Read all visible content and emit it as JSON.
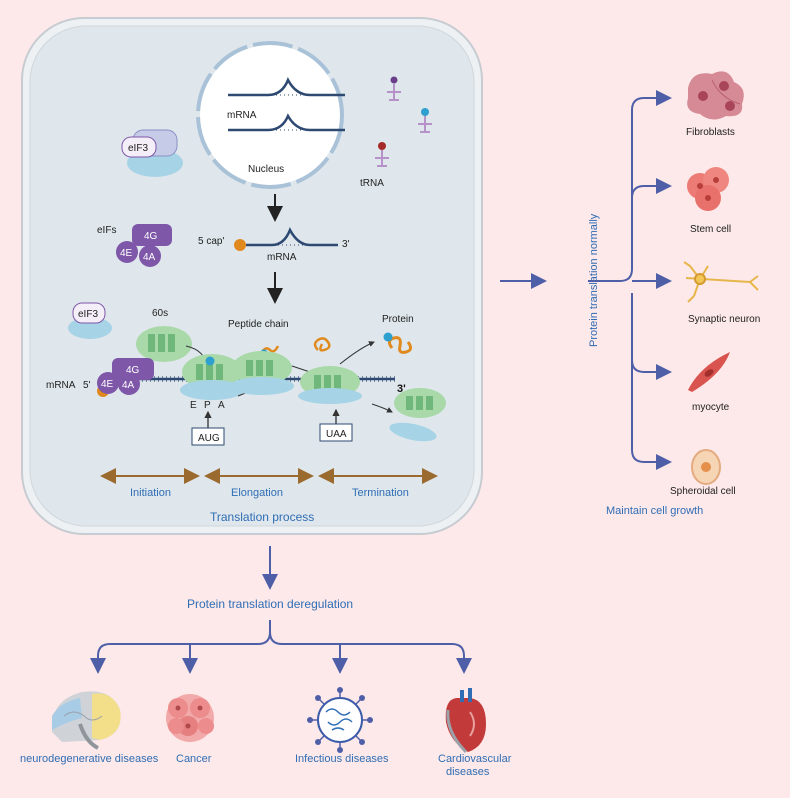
{
  "cell": {
    "nucleus_label": "Nucleus",
    "mrna_nucleus_label": "mRNA",
    "trna_label": "tRNA",
    "eif3_label": "eIF3",
    "eifs_label": "eIFs",
    "eif_4g": "4G",
    "eif_4e": "4E",
    "eif_4a": "4A",
    "cap_label": "5 cap'",
    "mrna_mid_label": "mRNA",
    "three_prime": "3'",
    "five_prime": "5'",
    "mrna_row_label": "mRNA",
    "subunit_60s": "60s",
    "peptide_chain": "Peptide chain",
    "protein_label": "Protein",
    "site_e": "E",
    "site_p": "P",
    "site_a": "A",
    "start_codon": "AUG",
    "stop_codon": "UAA",
    "three_prime_bold": "3'",
    "stages": [
      "Initiation",
      "Elongation",
      "Termination"
    ],
    "process_title": "Translation process"
  },
  "normal": {
    "vertical_label": "Protein translation normally",
    "footer": "Maintain cell growth",
    "cells": [
      "Fibroblasts",
      "Stem cell",
      "Synaptic neuron",
      "myocyte",
      "Spheroidal cell"
    ]
  },
  "deregulation": {
    "title": "Protein translation deregulation",
    "diseases": [
      "neurodegenerative diseases",
      "Cancer",
      "Infectious diseases",
      "Cardiovascular",
      "diseases"
    ]
  },
  "colors": {
    "arrow_blue": "#4e5fa8",
    "text_blue": "#2f6db5",
    "stage_arrow": "#9a6a2f",
    "cell_fill": "#dfe7ec",
    "purple": "#7e57a8",
    "ribosome_green": "#a9d9a8",
    "ribosome_blue": "#a7d3e6"
  }
}
